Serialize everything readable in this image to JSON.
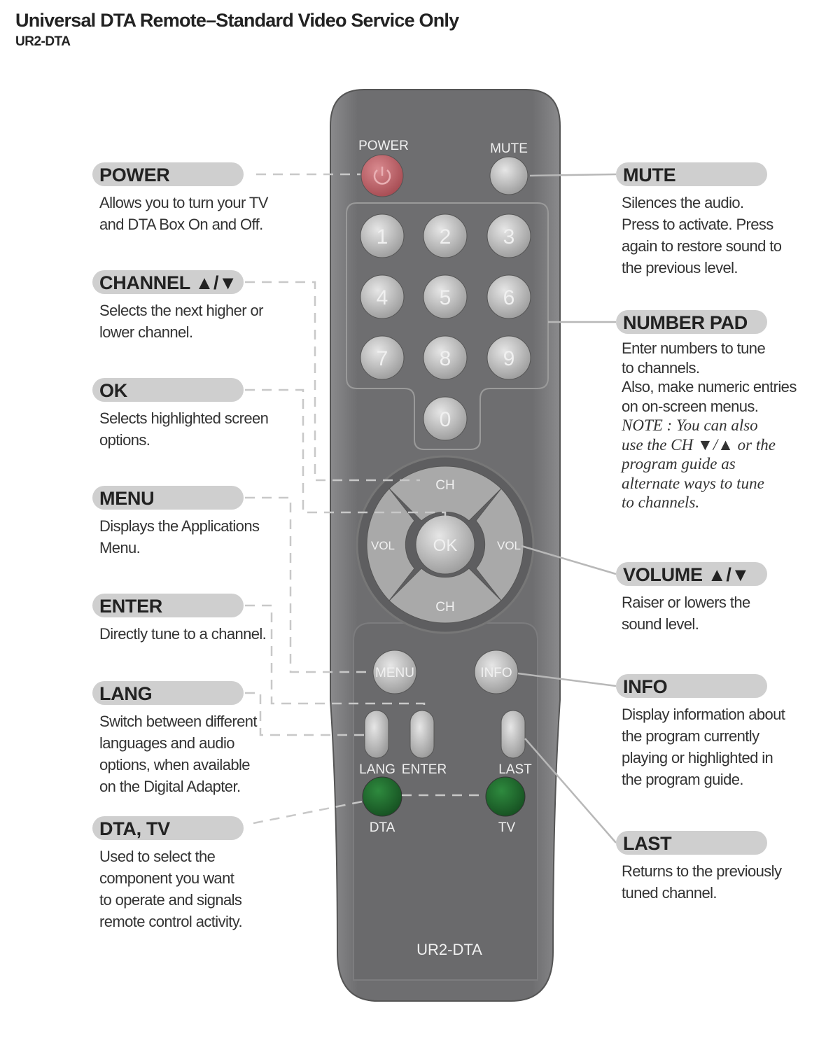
{
  "header": {
    "title": "Universal DTA Remote–Standard Video Service Only",
    "model": "UR2-DTA"
  },
  "remote": {
    "power": "POWER",
    "mute": "MUTE",
    "digits": [
      "1",
      "2",
      "3",
      "4",
      "5",
      "6",
      "7",
      "8",
      "9",
      "0"
    ],
    "ch": "CH",
    "vol": "VOL",
    "ok": "OK",
    "menu": "MENU",
    "info": "INFO",
    "lang": "LANG",
    "enter": "ENTER",
    "last": "LAST",
    "dta": "DTA",
    "tv": "TV",
    "model": "UR2-DTA",
    "colors": {
      "body": "#6d6d6f",
      "power": "#c4646a",
      "green": "#1e6a2c"
    }
  },
  "callouts_left": [
    {
      "title": "POWER",
      "desc": "Allows you to turn your TV\nand DTA Box On and Off."
    },
    {
      "title": "CHANNEL ▲/▼",
      "desc": "Selects the next higher or\nlower channel."
    },
    {
      "title": "OK",
      "desc": "Selects highlighted screen\noptions."
    },
    {
      "title": "MENU",
      "desc": "Displays the Applications\nMenu."
    },
    {
      "title": "ENTER",
      "desc": "Directly tune to a channel."
    },
    {
      "title": "LANG",
      "desc": "Switch between different\nlanguages and audio\noptions, when available\non the Digital Adapter."
    },
    {
      "title": "DTA, TV",
      "desc": "Used to select the\ncomponent you want\nto operate and signals\nremote control activity."
    }
  ],
  "callouts_right": [
    {
      "title": "MUTE",
      "desc": "Silences the audio.\nPress to activate. Press\nagain to restore sound to\nthe previous level."
    },
    {
      "title": "NUMBER PAD",
      "desc": "Enter numbers to tune\nto channels.\nAlso, make numeric entries\non on-screen menus.",
      "note": "NOTE : You can also\nuse the CH ▼/▲ or the\nprogram guide as\nalternate ways to tune\nto channels."
    },
    {
      "title": "VOLUME ▲/▼",
      "desc": "Raiser or lowers the\nsound level."
    },
    {
      "title": "INFO",
      "desc": "Display information about\nthe program currently\nplaying or highlighted in\nthe program guide."
    },
    {
      "title": "LAST",
      "desc": "Returns to the previously\ntuned channel."
    }
  ]
}
